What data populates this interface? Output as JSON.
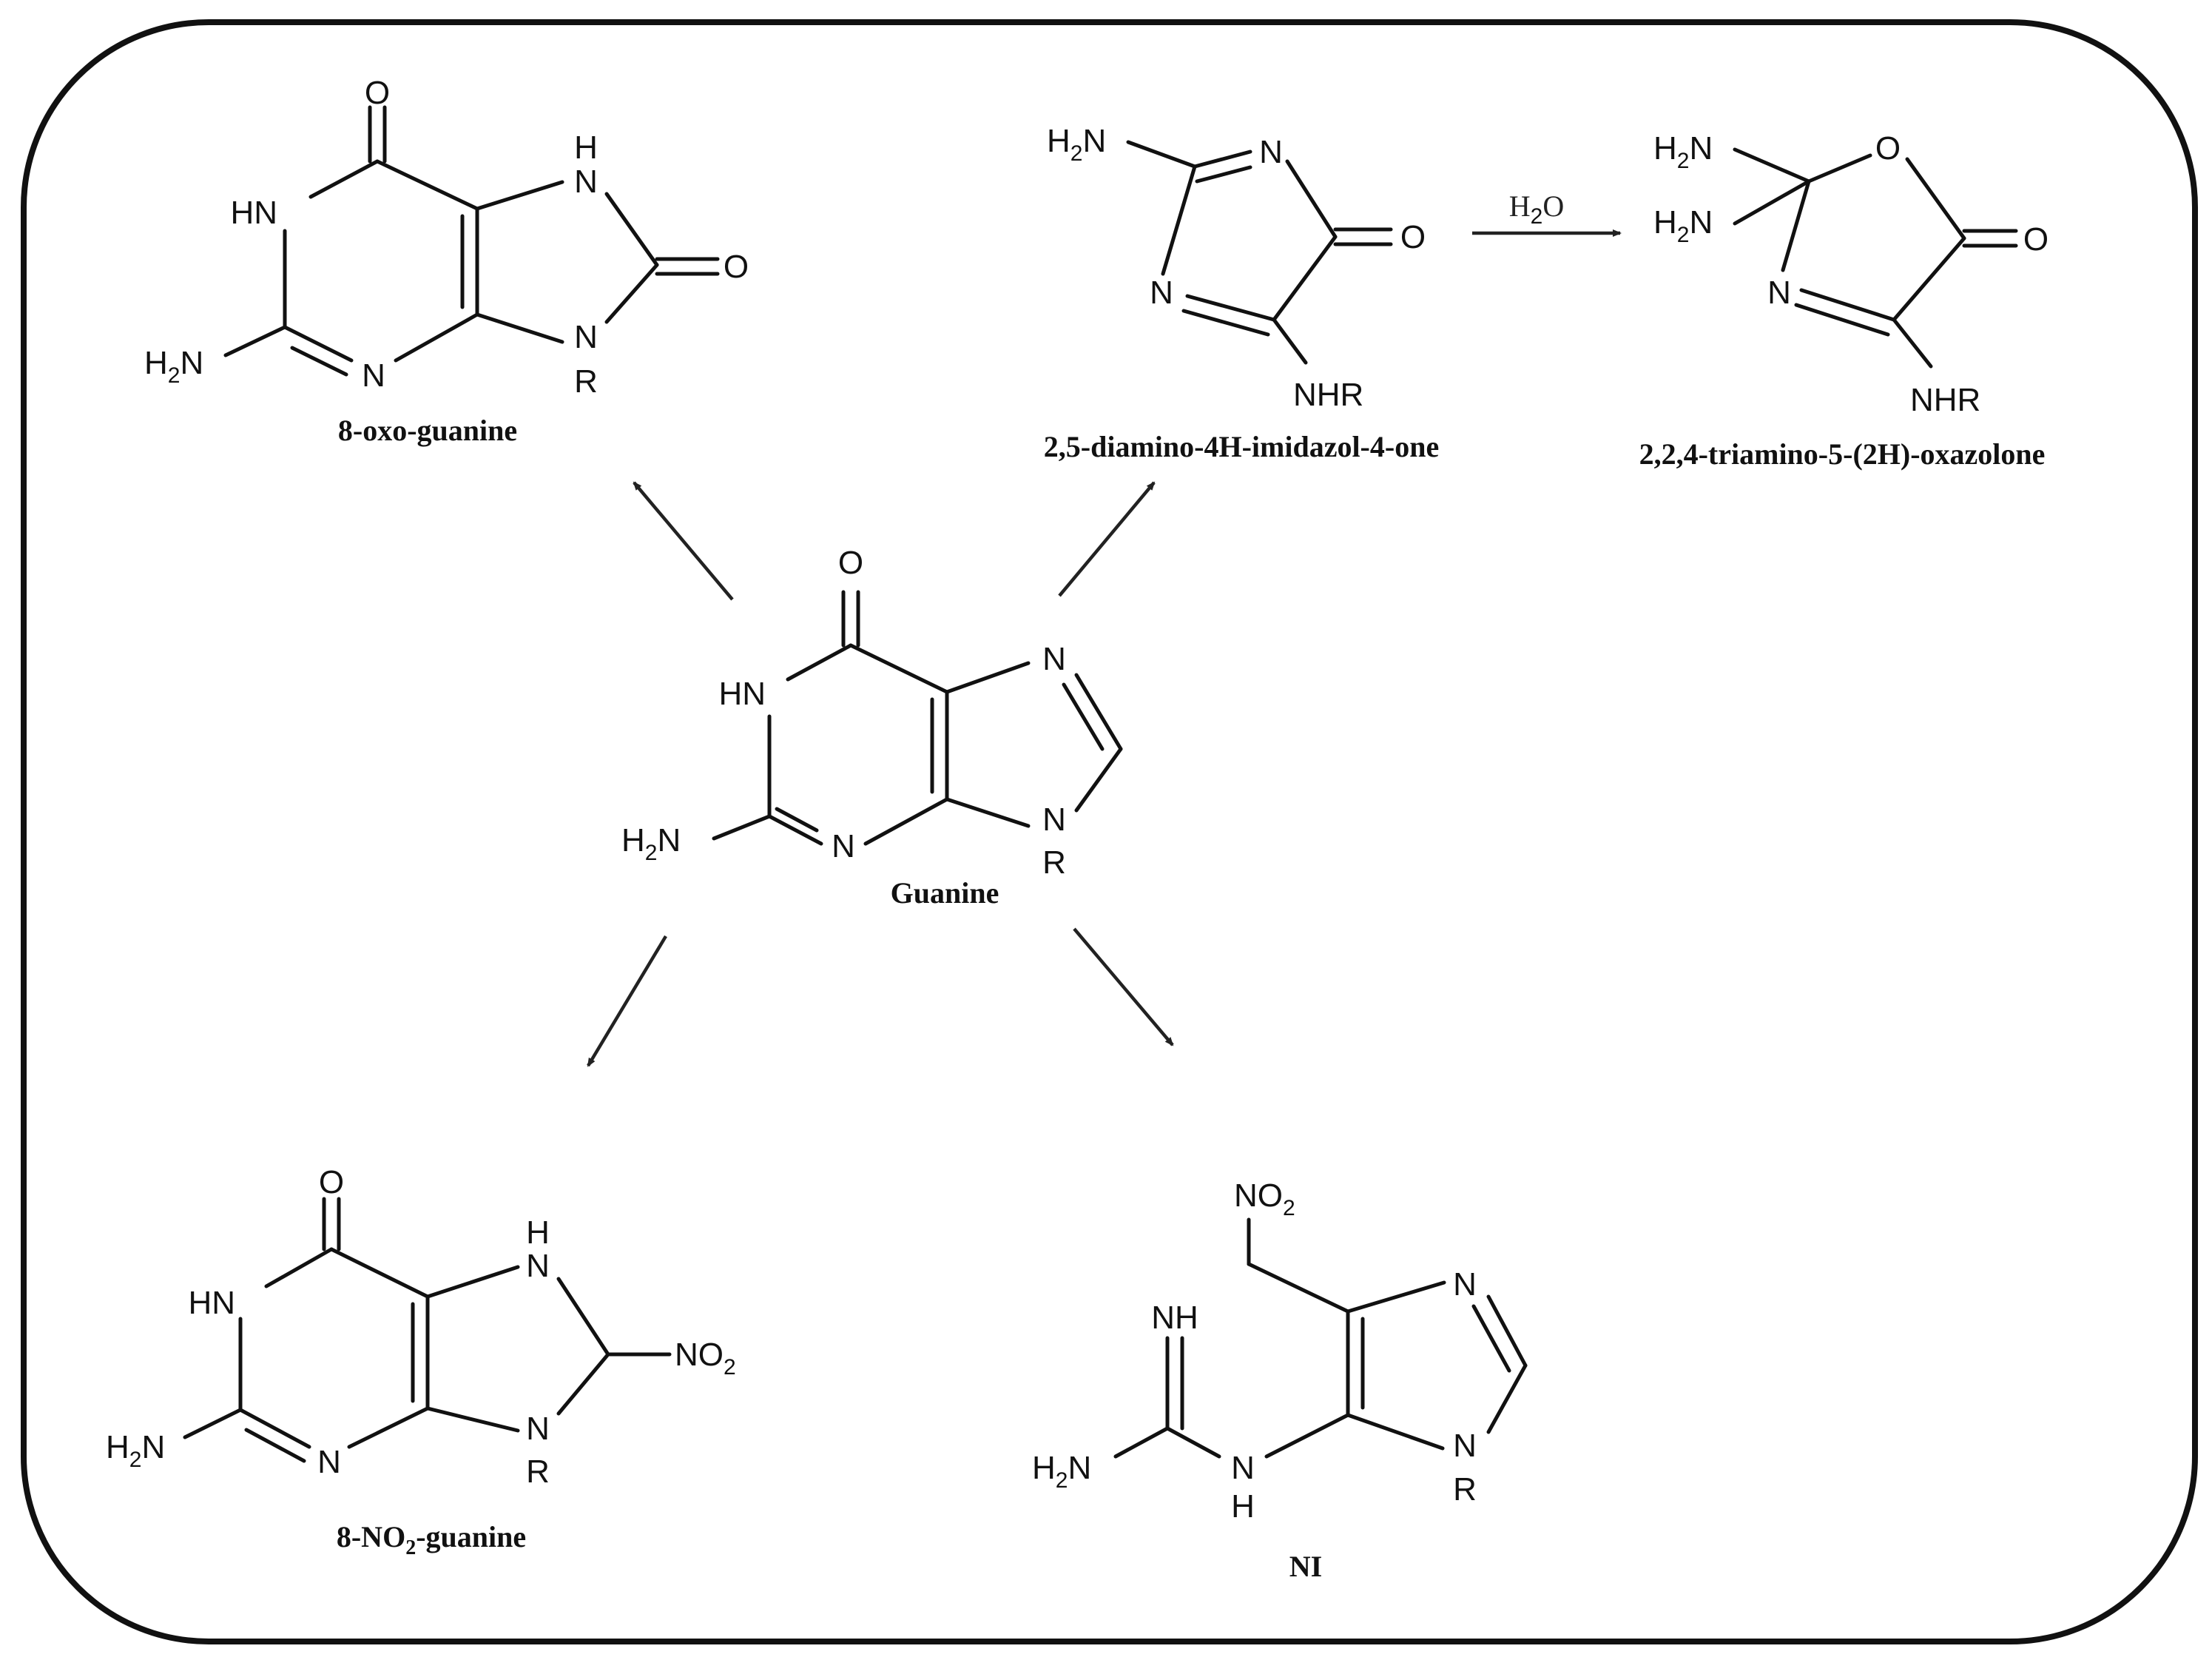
{
  "compounds": {
    "guanine": "Guanine",
    "oxo_guanine": "8-oxo-guanine",
    "imidazolone": "2,5-diamino-4H-imidazol-4-one",
    "oxazolone": "2,2,4-triamino-5-(2H)-oxazolone",
    "nitro_guanine_prefix": "8-NO",
    "nitro_guanine_sub": "2",
    "nitro_guanine_suffix": "-guanine",
    "ni": "NI"
  },
  "reagent": {
    "h": "H",
    "sub": "2",
    "o": "O"
  },
  "atoms": {
    "O": "O",
    "N": "N",
    "HN": "HN",
    "H": "H",
    "NH": "NH",
    "R": "R",
    "H2N_main": "H",
    "H2N_sub": "2",
    "H2N_tail": "N",
    "NHR": "NHR",
    "NO2_main": "NO",
    "NO2_sub": "2"
  }
}
